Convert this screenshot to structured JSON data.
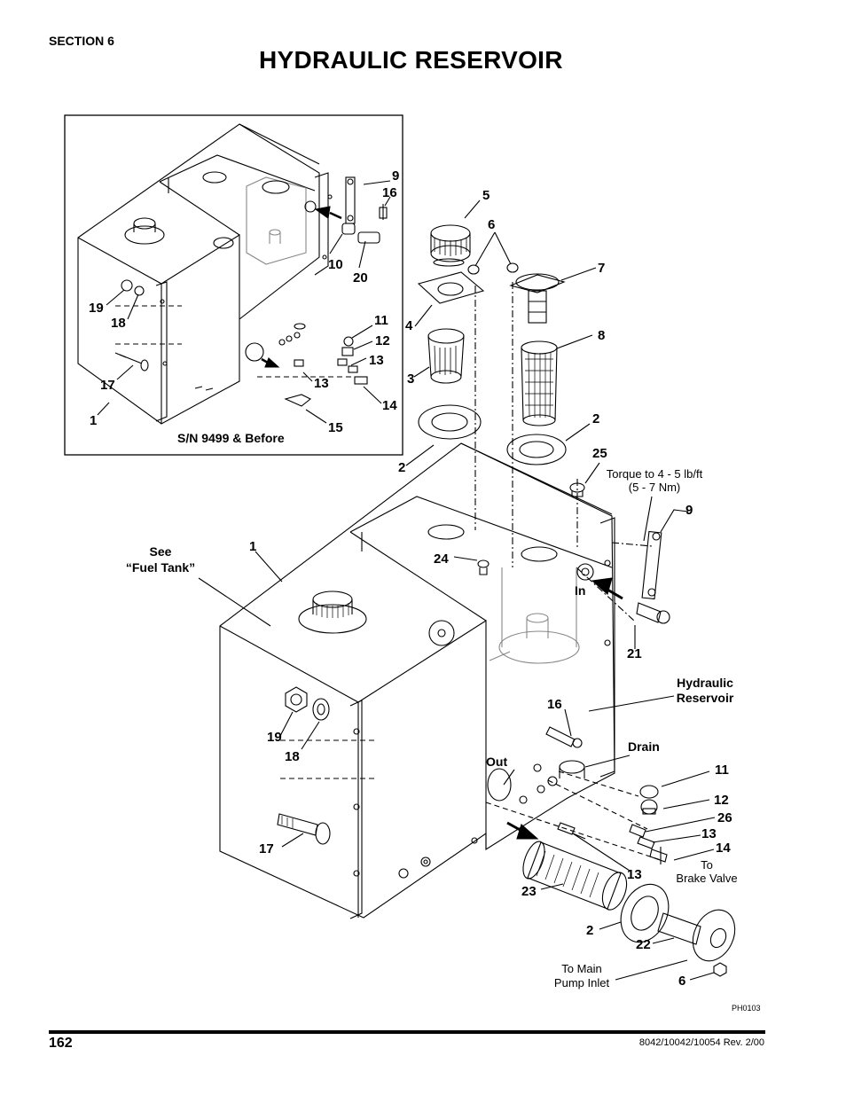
{
  "header": {
    "section": "SECTION 6",
    "title": "HYDRAULIC RESERVOIR"
  },
  "inset": {
    "caption": "S/N 9499 & Before"
  },
  "callouts": {
    "inset": [
      "9",
      "16",
      "10",
      "20",
      "19",
      "18",
      "11",
      "12",
      "13",
      "13",
      "14",
      "17",
      "1",
      "15"
    ],
    "main": [
      "5",
      "6",
      "7",
      "4",
      "8",
      "3",
      "2",
      "2",
      "25",
      "9",
      "1",
      "24",
      "21",
      "16",
      "11",
      "12",
      "26",
      "13",
      "14",
      "13",
      "19",
      "18",
      "17",
      "23",
      "2",
      "22",
      "6"
    ]
  },
  "labels": {
    "see_fuel_tank_1": "See",
    "see_fuel_tank_2": "“Fuel Tank”",
    "torque_1": "Torque to 4 - 5 lb/ft",
    "torque_2": "(5 - 7 Nm)",
    "in": "In",
    "out": "Out",
    "drain": "Drain",
    "hydraulic_1": "Hydraulic",
    "hydraulic_2": "Reservoir",
    "brake_1": "To",
    "brake_2": "Brake Valve",
    "pump_1": "To Main",
    "pump_2": "Pump Inlet",
    "photo_ref": "PH0103"
  },
  "footer": {
    "page_number": "162",
    "doc_ref": "8042/10042/10054 Rev. 2/00"
  }
}
